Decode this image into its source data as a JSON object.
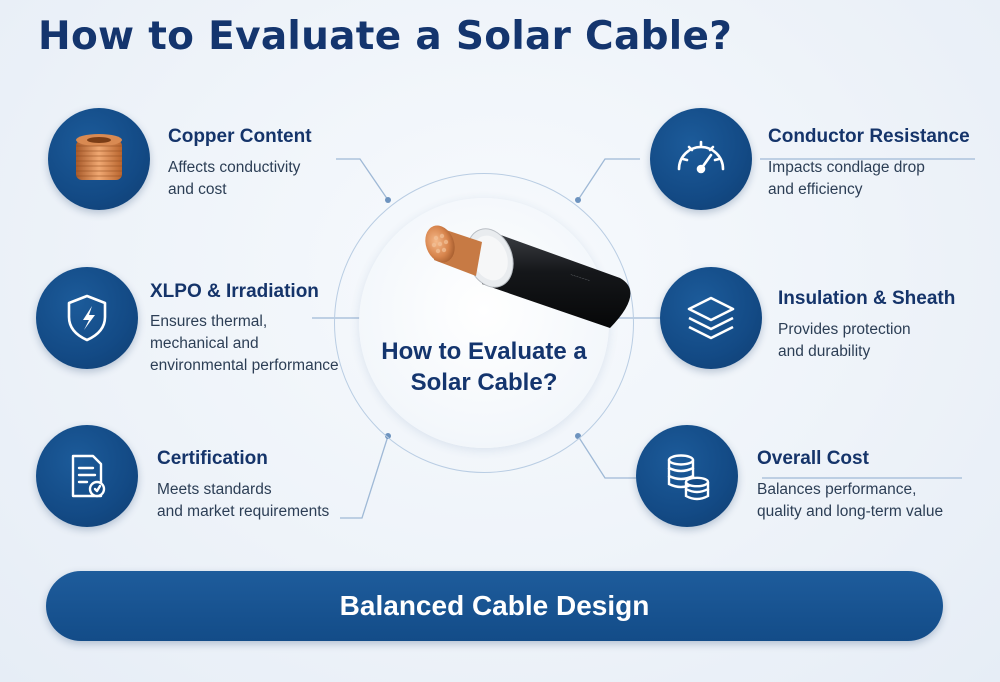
{
  "title": "How to Evaluate a Solar Cable?",
  "center_label": "How to Evaluate a Solar Cable?",
  "items": [
    {
      "title": "Copper Content",
      "desc": [
        "Affects conductivity",
        "and cost"
      ],
      "icon": "copper-coil-icon"
    },
    {
      "title": "XLPO & Irradiation",
      "desc": [
        "Ensures thermal,",
        "mechanical and",
        "environmental performance"
      ],
      "icon": "shield-icon"
    },
    {
      "title": "Certification",
      "desc": [
        "Meets standards",
        "and market requirements"
      ],
      "icon": "certificate-document-icon"
    },
    {
      "title": "Conductor Resistance",
      "desc": [
        "Impacts condlage drop",
        "and efficiency"
      ],
      "icon": "gauge-icon"
    },
    {
      "title": "Insulation & Sheath",
      "desc": [
        "Provides protection",
        "and durability"
      ],
      "icon": "layers-icon"
    },
    {
      "title": "Overall Cost",
      "desc": [
        "Balances performance,",
        "quality and long-term value"
      ],
      "icon": "coin-stack-icon"
    }
  ],
  "banner": "Balanced Cable Design",
  "colors": {
    "primary": "#134a85",
    "title": "#14356e",
    "text": "#2c3e55",
    "connector": "#9fb9d6"
  }
}
